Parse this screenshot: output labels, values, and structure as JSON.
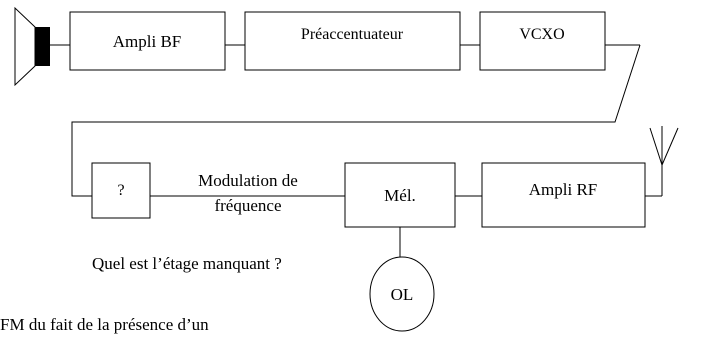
{
  "blocks": {
    "ampli_bf": "Ampli BF",
    "preaccentuateur": "Préaccentuateur",
    "vcxo": "VCXO",
    "unknown": "?",
    "melangeur": "Mél.",
    "ampli_rf": "Ampli RF",
    "oscillateur_local": "OL"
  },
  "annotations": {
    "modulation_line1": "Modulation de",
    "modulation_line2": "fréquence",
    "question": "Quel est l’étage manquant ?",
    "footer_fragment": "FM du fait de la présence d’un"
  },
  "icons": {
    "output": "speaker-icon",
    "input": "antenna-icon"
  }
}
